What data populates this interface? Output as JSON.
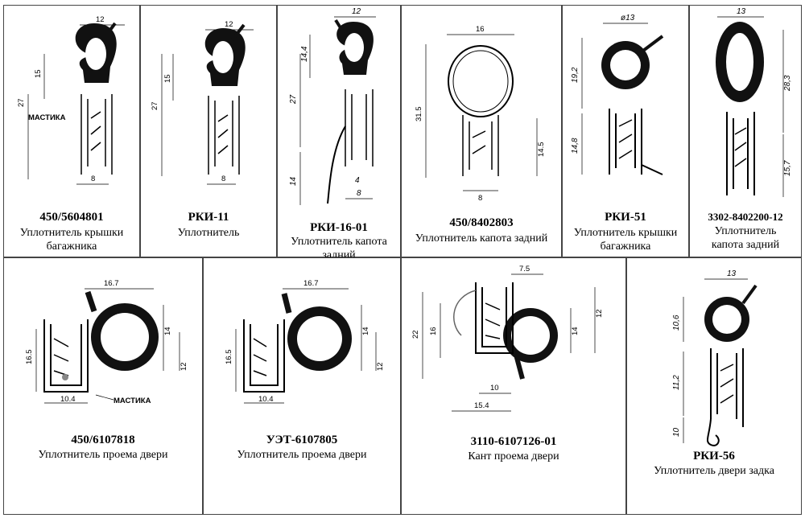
{
  "header_fragment": ", ... ... ...",
  "cells": [
    {
      "code": "450/5604801",
      "desc": "Уплотнитель крышки\nбагажника",
      "dims": {
        "w": "12",
        "h1": "15",
        "h2": "27",
        "b": "8"
      },
      "note": "МАСТИКА"
    },
    {
      "code": "РКИ-11",
      "desc": "Уплотнитель",
      "dims": {
        "w": "12",
        "h1": "15",
        "h2": "27",
        "b": "8"
      }
    },
    {
      "code": "РКИ-16-01",
      "desc": "Уплотнитель капота\nзадний",
      "dims": {
        "w": "12",
        "h1": "14,4",
        "h2": "27",
        "h3": "14",
        "b1": "4",
        "b2": "8"
      }
    },
    {
      "code": "450/8402803",
      "desc": "Уплотнитель капота задний",
      "dims": {
        "w": "16",
        "h1": "31.5",
        "h2": "14.5",
        "b": "8"
      }
    },
    {
      "code": "РКИ-51",
      "desc": "Уплотнитель крышки\nбагажника",
      "dims": {
        "w": "ø13",
        "h1": "19,2",
        "h2": "14,8"
      }
    },
    {
      "code": "3302-8402200-12",
      "desc": "Уплотнитель\nкапота задний",
      "dims": {
        "w": "13",
        "h1": "28,3",
        "h2": "15,7"
      }
    },
    {
      "code": "450/6107818",
      "desc": "Уплотнитель проема  двери",
      "dims": {
        "w": "16.7",
        "h1": "16.5",
        "h2": "14",
        "h3": "12",
        "b": "10.4"
      },
      "note": "МАСТИКА"
    },
    {
      "code": "УЭТ-6107805",
      "desc": "Уплотнитель проема  двери",
      "dims": {
        "w": "16.7",
        "h1": "16.5",
        "h2": "14",
        "h3": "12",
        "b": "10.4"
      }
    },
    {
      "code": "3110-6107126-01",
      "desc": "Кант проема двери",
      "dims": {
        "w": "7.5",
        "h1": "22",
        "h2": "16",
        "h3": "14",
        "h4": "12",
        "b1": "10",
        "b2": "15.4"
      }
    },
    {
      "code": "РКИ-56",
      "desc": "Уплотнитель  двери задка",
      "dims": {
        "w": "13",
        "h1": "10,6",
        "h2": "11,2",
        "h3": "10"
      }
    }
  ]
}
